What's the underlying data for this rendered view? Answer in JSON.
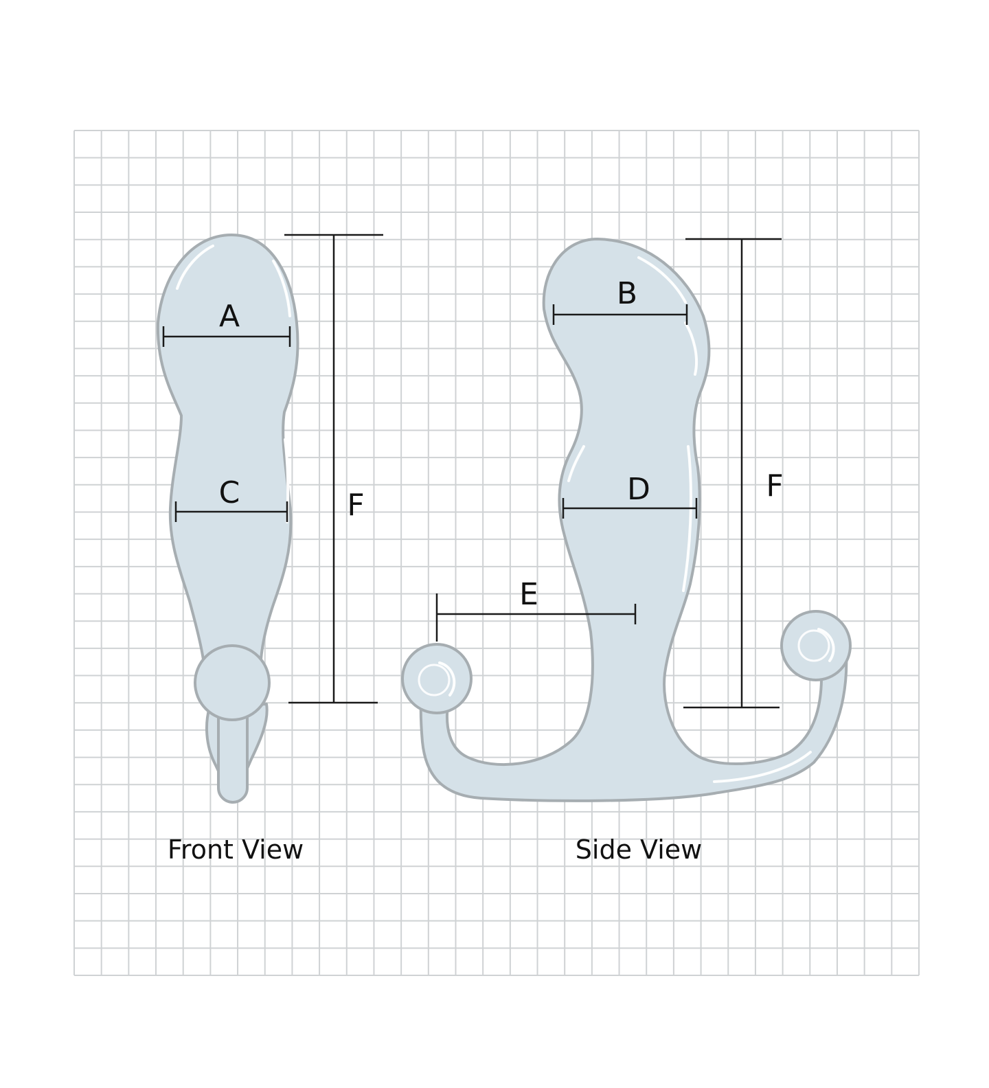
{
  "colors": {
    "grid_line": "#cfd2d4",
    "body_fill": "#d5e1e8",
    "body_stroke": "#a6adb1",
    "measure_line": "#1a1a1a",
    "label_text": "#111111"
  },
  "dimension_labels": {
    "a": "A",
    "b": "B",
    "c": "C",
    "d": "D",
    "e": "E",
    "f_front": "F",
    "f_side": "F"
  },
  "views": {
    "front": "Front View",
    "side": "Side View"
  }
}
